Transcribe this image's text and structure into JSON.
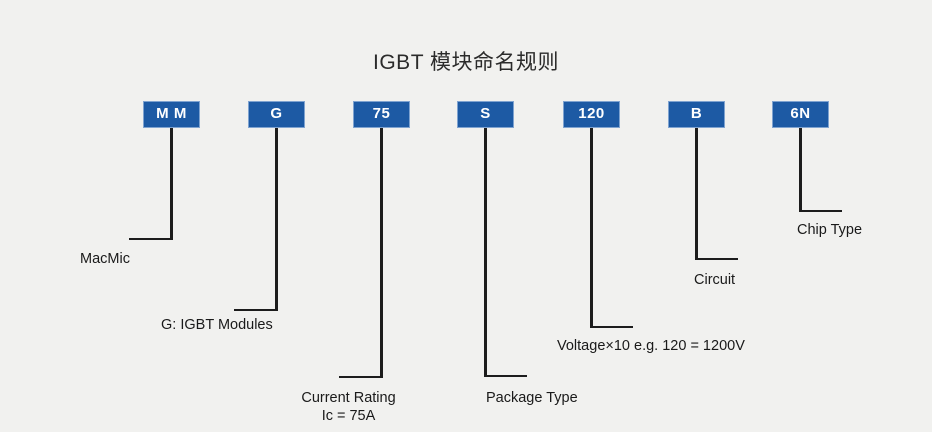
{
  "title": "IGBT 模块命名规则",
  "segments": [
    {
      "code": "M M",
      "label": "MacMic"
    },
    {
      "code": "G",
      "label": "G: IGBT Modules"
    },
    {
      "code": "75",
      "label": "Current Rating\nIc = 75A"
    },
    {
      "code": "S",
      "label": "Package Type"
    },
    {
      "code": "120",
      "label": "Voltage×10 e.g. 120 = 1200V"
    },
    {
      "code": "B",
      "label": "Circuit"
    },
    {
      "code": "6N",
      "label": "Chip Type"
    }
  ],
  "colors": {
    "background": "#f1f1ef",
    "box_fill": "#1d5aa4",
    "box_border": "#7fa3d0",
    "box_text": "#ffffff",
    "connector_line": "#1c1c1c",
    "label_text": "#1a1a1a",
    "title_text": "#2b2b2b"
  }
}
